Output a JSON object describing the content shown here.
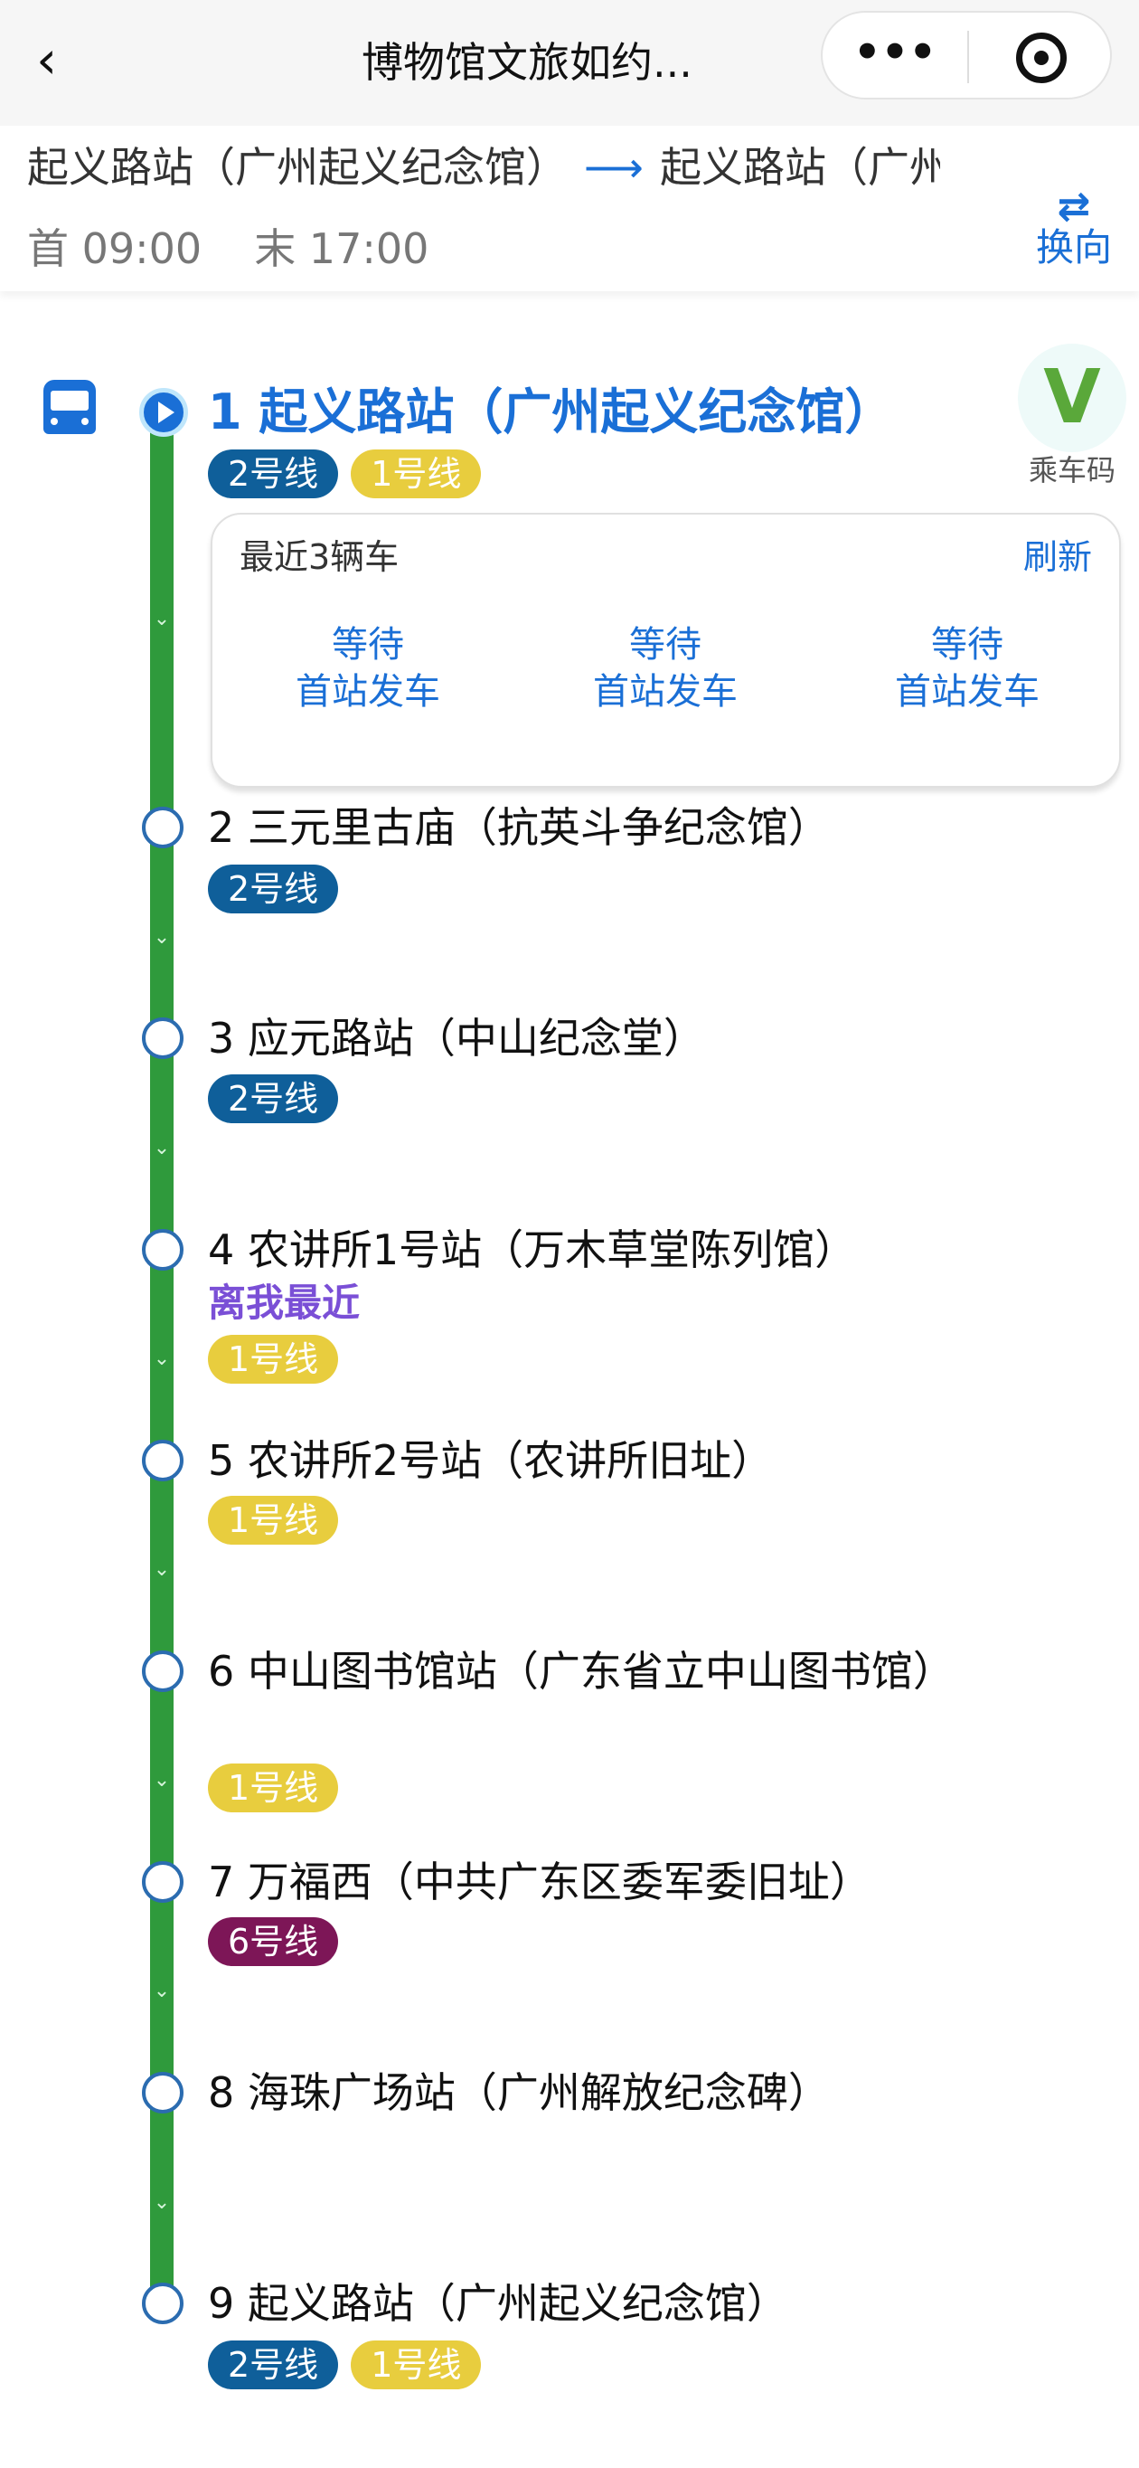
{
  "nav": {
    "back": "‹",
    "title": "博物馆文旅如约...",
    "more": "•••"
  },
  "route": {
    "from": "起义路站（广州起义纪念馆）",
    "arrow": "⟶",
    "to": "起义路站（广州起义纪念馆）",
    "first": "首 09:00",
    "last": "末 17:00",
    "swap_icon": "⇄",
    "swap_label": "换向"
  },
  "ride_code": {
    "logo": "V",
    "label": "乘车码"
  },
  "arrivals": {
    "title": "最近3辆车",
    "refresh": "刷新",
    "buses": [
      {
        "l1": "等待",
        "l2": "首站发车"
      },
      {
        "l1": "等待",
        "l2": "首站发车"
      },
      {
        "l1": "等待",
        "l2": "首站发车"
      }
    ]
  },
  "colors": {
    "line2": "#0f5f9a",
    "line1": "#e8cd3e",
    "line6": "#7d1657",
    "route": "#2f9a3c",
    "accent": "#1a6fd6"
  },
  "stops": [
    {
      "name": "1 起义路站（广州起义纪念馆）",
      "lines": [
        "2号线",
        "1号线"
      ]
    },
    {
      "name": "2 三元里古庙（抗英斗争纪念馆）",
      "lines": [
        "2号线"
      ]
    },
    {
      "name": "3 应元路站（中山纪念堂）",
      "lines": [
        "2号线"
      ]
    },
    {
      "name": "4 农讲所1号站（万木草堂陈列馆）",
      "near": "离我最近",
      "lines": [
        "1号线"
      ]
    },
    {
      "name": "5 农讲所2号站（农讲所旧址）",
      "lines": [
        "1号线"
      ]
    },
    {
      "name": "6 中山图书馆站（广东省立中山图书馆）",
      "lines": [
        "1号线"
      ]
    },
    {
      "name": "7 万福西（中共广东区委军委旧址）",
      "lines": [
        "6号线"
      ]
    },
    {
      "name": "8 海珠广场站（广州解放纪念碑）",
      "lines": []
    },
    {
      "name": "9 起义路站（广州起义纪念馆）",
      "lines": [
        "2号线",
        "1号线"
      ]
    }
  ]
}
